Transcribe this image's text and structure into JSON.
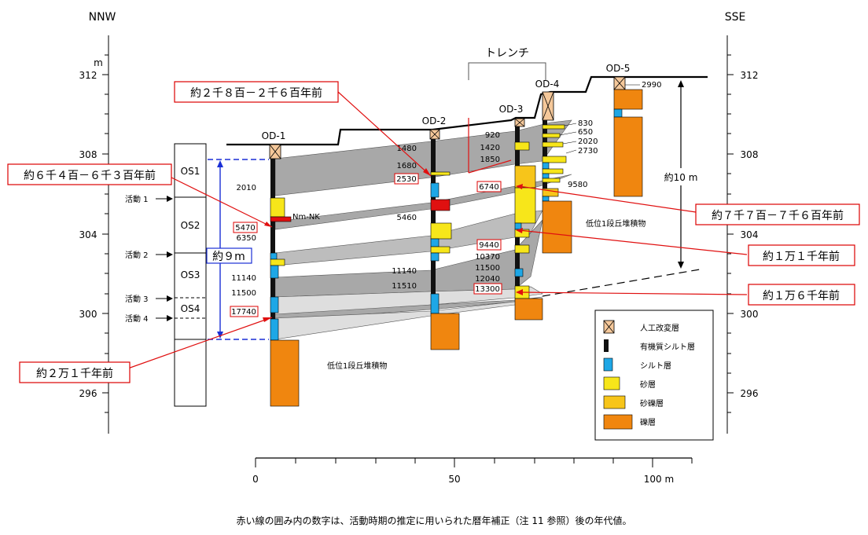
{
  "directions": {
    "left": "NNW",
    "right": "SSE"
  },
  "elevation_axis": {
    "unit": "m",
    "ticks": [
      "312",
      "308",
      "304",
      "300",
      "296"
    ]
  },
  "distance_axis": {
    "ticks": [
      "0",
      "50",
      "100 m"
    ]
  },
  "trench_label": "トレンチ",
  "boreholes": {
    "od1": "OD-1",
    "od2": "OD-2",
    "od3": "OD-3",
    "od4": "OD-4",
    "od5": "OD-5"
  },
  "units": [
    "OS1",
    "OS2",
    "OS3",
    "OS4"
  ],
  "events": [
    "活動 1",
    "活動 2",
    "活動 3",
    "活動 4"
  ],
  "thickness_9m": "約９m",
  "thickness_10m": "約10 m",
  "tephra_label": "Nm-NK",
  "terrace_label_1": "低位1段丘堆積物",
  "terrace_label_2": "低位1段丘堆積物",
  "ages_plain": {
    "od1": [
      "2010",
      "6350",
      "11140",
      "11500"
    ],
    "od2": [
      "1480",
      "1680",
      "5460",
      "11140",
      "11510"
    ],
    "od3": [
      "920",
      "1420",
      "1850",
      "10370",
      "11500",
      "12040"
    ],
    "od4": [
      "830",
      "650",
      "2020",
      "2730",
      "9580"
    ],
    "od5": [
      "2990"
    ]
  },
  "ages_boxed": {
    "od1_a": "5470",
    "od1_b": "17740",
    "od2_a": "2530",
    "od3_a": "6740",
    "od3_b": "9440",
    "od3_c": "13300"
  },
  "callouts": {
    "c1": "約２千８百－２千６百年前",
    "c2": "約６千４百－６千３百年前",
    "c3": "約７千７百－７千６百年前",
    "c4": "約１万１千年前",
    "c5": "約１万６千年前",
    "c6": "約２万１千年前"
  },
  "legend": [
    {
      "label": "人工改変層",
      "color": "#f5c89a"
    },
    {
      "label": "有機質シルト層",
      "color": "#111111"
    },
    {
      "label": "シルト層",
      "color": "#1ea7e6"
    },
    {
      "label": "砂層",
      "color": "#f7e61a"
    },
    {
      "label": "砂礫層",
      "color": "#f7c51a"
    },
    {
      "label": "礫層",
      "color": "#f0860f"
    }
  ],
  "caption": "赤い線の囲み内の数字は、活動時期の推定に用いられた暦年補正（注 11 参照）後の年代値。"
}
